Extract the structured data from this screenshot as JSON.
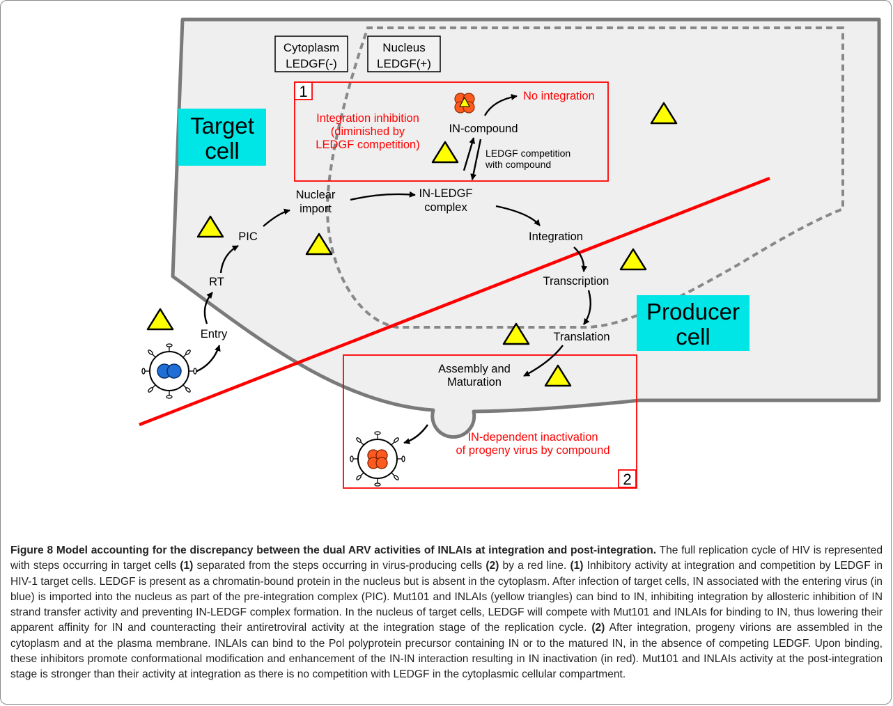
{
  "diagram": {
    "labels": {
      "cytoplasm_1": "Cytoplasm",
      "cytoplasm_2": "LEDGF(-)",
      "nucleus_1": "Nucleus",
      "nucleus_2": "LEDGF(+)",
      "target_1": "Target",
      "target_2": "cell",
      "producer_1": "Producer",
      "producer_2": "cell",
      "box1_number": "1",
      "box2_number": "2",
      "inhibition_1": "Integration inhibition",
      "inhibition_2": "(diminished by",
      "inhibition_3": "LEDGF competition)",
      "no_integration": "No integration",
      "in_compound": "IN-compound",
      "competition_1": "LEDGF competition",
      "competition_2": "with compound",
      "in_ledgf_1": "IN-LEDGF",
      "in_ledgf_2": "complex",
      "nuclear_1": "Nuclear",
      "nuclear_2": "import",
      "pic": "PIC",
      "rt": "RT",
      "entry": "Entry",
      "integration": "Integration",
      "transcription": "Transcription",
      "translation": "Translation",
      "assembly_1": "Assembly and",
      "assembly_2": "Maturation",
      "inactivation_1": "IN-dependent inactivation",
      "inactivation_2": "of progeny virus by compound"
    },
    "colors": {
      "cell_fill": "#efefef",
      "cell_stroke": "#7a7a7a",
      "highlight_box": "#00e5e5",
      "red": "#ff0000",
      "triangle_fill": "#ffff00",
      "entering_virus": "#1f6fd6",
      "progeny_virus": "#ff5a1f"
    },
    "icons": [
      "yellow-triangle-icon",
      "virus-icon",
      "in-compound-icon"
    ]
  },
  "caption": {
    "title": "Figure 8 Model accounting for the discrepancy between the dual ARV activities of INLAIs at integration and post-integration.",
    "p1": " The full replication cycle of HIV is represented with steps occurring in target cells ",
    "m1": "(1)",
    "p2": " separated from the steps occurring in virus-producing cells ",
    "m2": "(2)",
    "p3": " by a red line. ",
    "m3": "(1)",
    "p4": " Inhibitory activity at integration and competition by LEDGF in HIV-1 target cells. LEDGF is present as a chromatin-bound protein in the nucleus but is absent in the cytoplasm. After infection of target cells, IN associated with the entering virus (in blue) is imported into the nucleus as part of the pre-integration complex (PIC). Mut101 and INLAIs (yellow triangles) can bind to IN, inhibiting integration by allosteric inhibition of IN strand transfer activity and preventing IN-LEDGF complex formation. In the nucleus of target cells, LEDGF will compete with Mut101 and INLAIs for binding to IN, thus lowering their apparent affinity for IN and counteracting their antiretroviral activity at the integration stage of the replication cycle. ",
    "m4": "(2)",
    "p5": " After integration, progeny virions are assembled in the cytoplasm and at the plasma membrane. INLAIs can bind to the Pol polyprotein precursor containing IN or to the matured IN, in the absence of competing LEDGF. Upon binding, these inhibitors promote conformational modification and enhancement of the IN-IN interaction resulting in IN inactivation (in red). Mut101 and INLAIs activity at the post-integration stage is stronger than their activity at integration as there is no competition with LEDGF in the cytoplasmic cellular compartment."
  }
}
